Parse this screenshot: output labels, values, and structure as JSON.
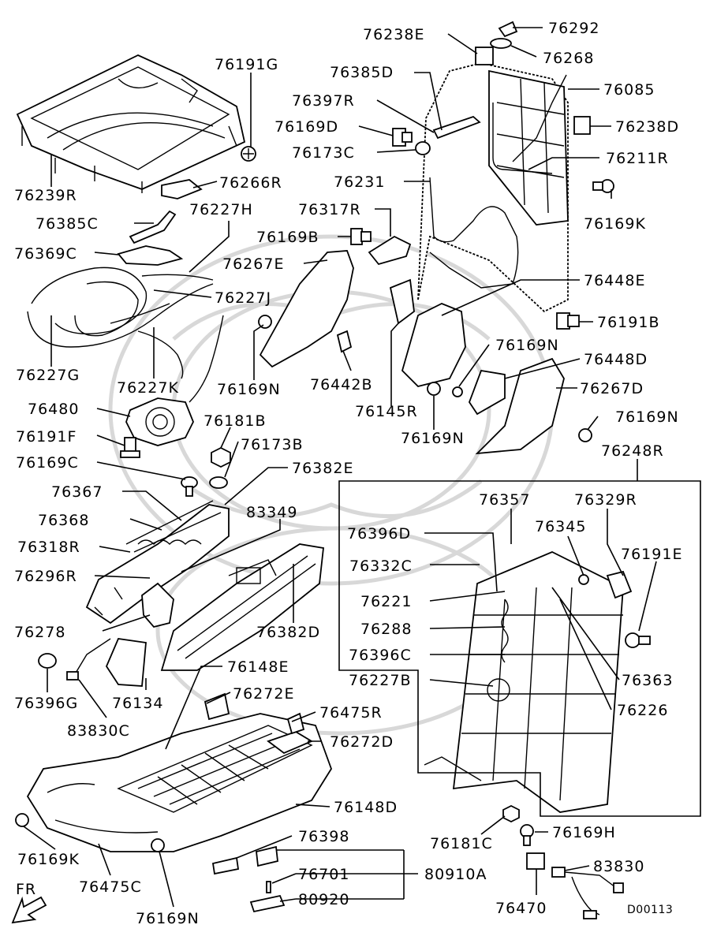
{
  "diagram_code": "D00113",
  "direction_label": "FR",
  "labels": {
    "p76239R": "76239R",
    "p76191G": "76191G",
    "p76266R": "76266R",
    "p76385C": "76385C",
    "p76227H": "76227H",
    "p76369C": "76369C",
    "p76227J": "76227J",
    "p76227G": "76227G",
    "p76227K": "76227K",
    "p76480": "76480",
    "p76181B": "76181B",
    "p76191F": "76191F",
    "p76173B": "76173B",
    "p76169C": "76169C",
    "p76382E": "76382E",
    "p76367": "76367",
    "p76368": "76368",
    "p83349": "83349",
    "p76318R": "76318R",
    "p76296R": "76296R",
    "p76278": "76278",
    "p76382D": "76382D",
    "p76396G": "76396G",
    "p76134": "76134",
    "p83830C": "83830C",
    "p76148E": "76148E",
    "p76272E": "76272E",
    "p76475R": "76475R",
    "p76272D": "76272D",
    "p76148D": "76148D",
    "p76398": "76398",
    "p76169K_b": "76169K",
    "p76475C": "76475C",
    "p76169N_d": "76169N",
    "p76701": "76701",
    "p80910A": "80910A",
    "p80920": "80920",
    "p76238E": "76238E",
    "p76292": "76292",
    "p76268": "76268",
    "p76385D": "76385D",
    "p76085": "76085",
    "p76397R": "76397R",
    "p76238D": "76238D",
    "p76169D": "76169D",
    "p76173C": "76173C",
    "p76211R": "76211R",
    "p76231": "76231",
    "p76169K_a": "76169K",
    "p76317R": "76317R",
    "p76169B": "76169B",
    "p76267E": "76267E",
    "p76448E": "76448E",
    "p76191B": "76191B",
    "p76169N_a": "76169N",
    "p76442B": "76442B",
    "p76169N_b": "76169N",
    "p76448D": "76448D",
    "p76145R": "76145R",
    "p76267D": "76267D",
    "p76169N_c": "76169N",
    "p76248R": "76248R",
    "p76357": "76357",
    "p76329R": "76329R",
    "p76396D": "76396D",
    "p76345": "76345",
    "p76191E": "76191E",
    "p76332C": "76332C",
    "p76221": "76221",
    "p76288": "76288",
    "p76396C": "76396C",
    "p76363": "76363",
    "p76227B": "76227B",
    "p76226": "76226",
    "p76181C": "76181C",
    "p76169H": "76169H",
    "p83830": "83830",
    "p76470": "76470"
  }
}
